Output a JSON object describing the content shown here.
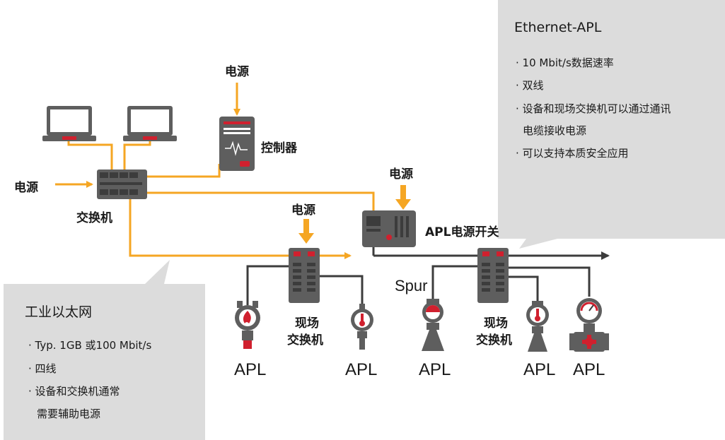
{
  "colors": {
    "accent_orange": "#f5a623",
    "device_gray": "#5e5e5e",
    "dark_gray": "#3c3c3c",
    "red": "#d0202e",
    "callout_gray": "#dcdcdc"
  },
  "labels": {
    "power_top": "电源",
    "controller": "控制器",
    "power_left": "电源",
    "switch": "交换机",
    "power_mid": "电源",
    "power_apl": "电源",
    "apl_power_switch": "APL电源开关",
    "field_switch_left_line1": "现场",
    "field_switch_left_line2": "交换机",
    "field_switch_right_line1": "现场",
    "field_switch_right_line2": "交换机",
    "spur": "Spur",
    "apl": [
      "APL",
      "APL",
      "APL",
      "APL",
      "APL"
    ]
  },
  "ethernet_apl_box": {
    "title": "Ethernet-APL",
    "items": [
      "· 10 Mbit/s数据速率",
      "· 双线",
      "· 设备和现场交换机可以通过通讯",
      "电缆接收电源",
      "· 可以支持本质安全应用"
    ]
  },
  "industrial_ethernet_box": {
    "title": "工业以太网",
    "items": [
      "· Typ. 1GB 或100 Mbit/s",
      "· 四线",
      "· 设备和交换机通常",
      "需要辅助电源"
    ]
  },
  "icons": [
    "laptop-icon",
    "controller-icon",
    "network-switch-icon",
    "apl-power-switch-icon",
    "field-switch-icon",
    "flame-sensor-icon",
    "temperature-sensor-icon",
    "pressure-gauge-icon",
    "radar-level-sensor-icon",
    "flow-meter-icon"
  ]
}
